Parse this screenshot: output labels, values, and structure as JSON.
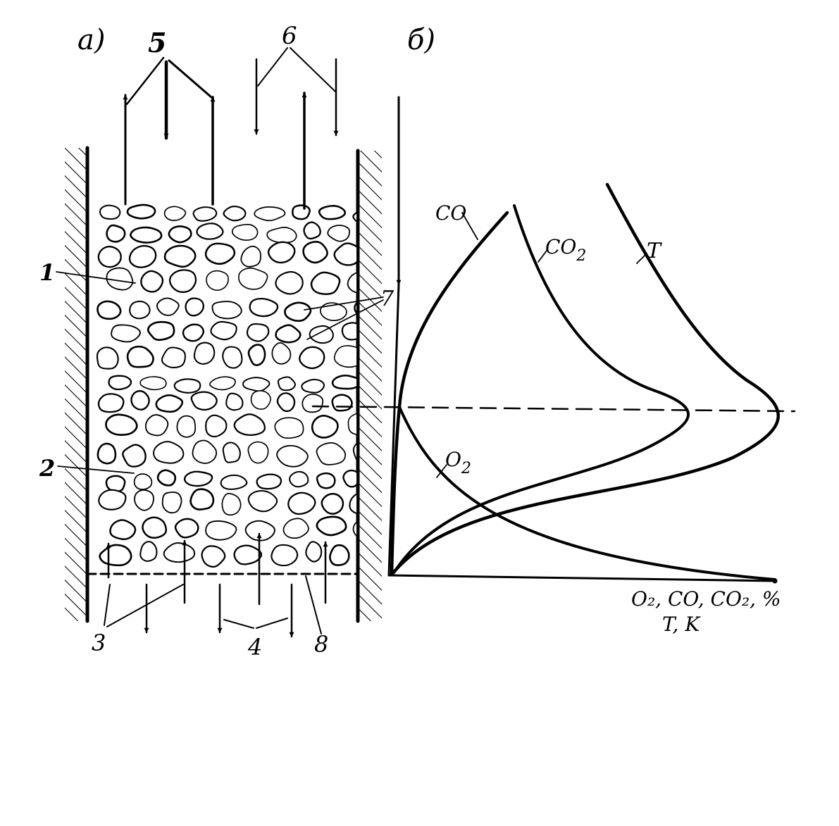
{
  "panel_a": {
    "title": "а)",
    "labels": {
      "l1": "1",
      "l2": "2",
      "l3": "3",
      "l4": "4",
      "l5": "5",
      "l6": "6",
      "l7": "7",
      "l8": "8"
    }
  },
  "panel_b": {
    "title": "б)",
    "curve_labels": {
      "co": "CO",
      "co2_main": "CO",
      "co2_sub": "2",
      "t": "T",
      "o2_main": "O",
      "o2_sub": "2"
    },
    "axis_label_line1": "O₂, CO, CO₂, %",
    "axis_label_line2": "T, K"
  },
  "colors": {
    "ink": "#000000",
    "paper": "#ffffff"
  }
}
